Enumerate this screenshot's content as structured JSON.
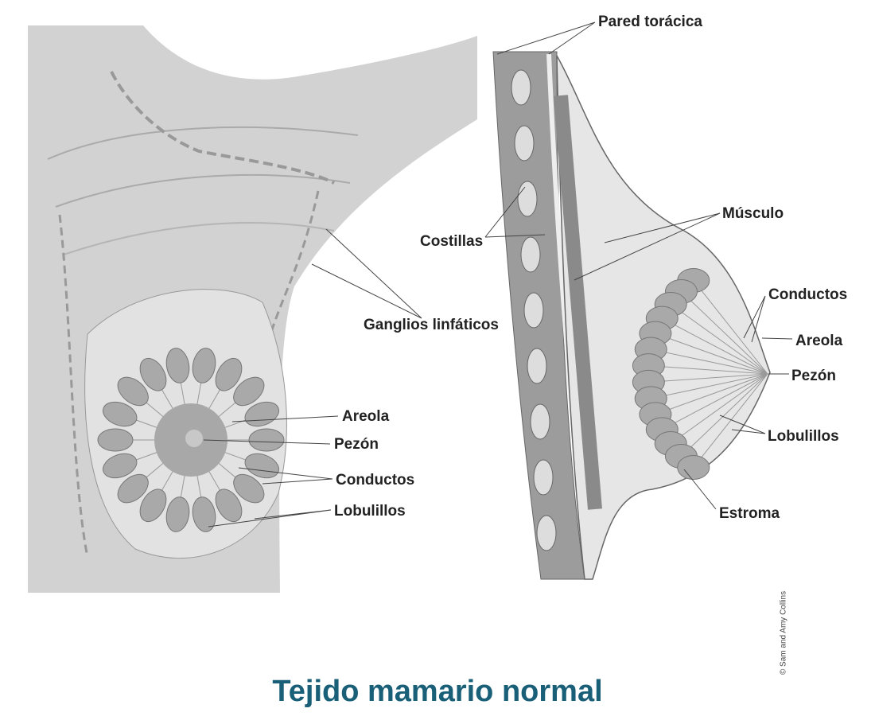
{
  "title": "Tejido mamario normal",
  "credit": "© Sam and Amy Collins",
  "colors": {
    "title": "#1a5f78",
    "tissue": "#c9c9c9",
    "lobule": "#a9a9a9"
  },
  "front_view_labels": {
    "lymph_nodes": "Ganglios linfáticos",
    "areola": "Areola",
    "nipple": "Pezón",
    "ducts": "Conductos",
    "lobules": "Lobulillos"
  },
  "side_view_labels": {
    "chest_wall": "Pared torácica",
    "ribs": "Costillas",
    "muscle": "Músculo",
    "ducts": "Conductos",
    "areola": "Areola",
    "nipple": "Pezón",
    "lobules": "Lobulillos",
    "stroma": "Estroma"
  }
}
